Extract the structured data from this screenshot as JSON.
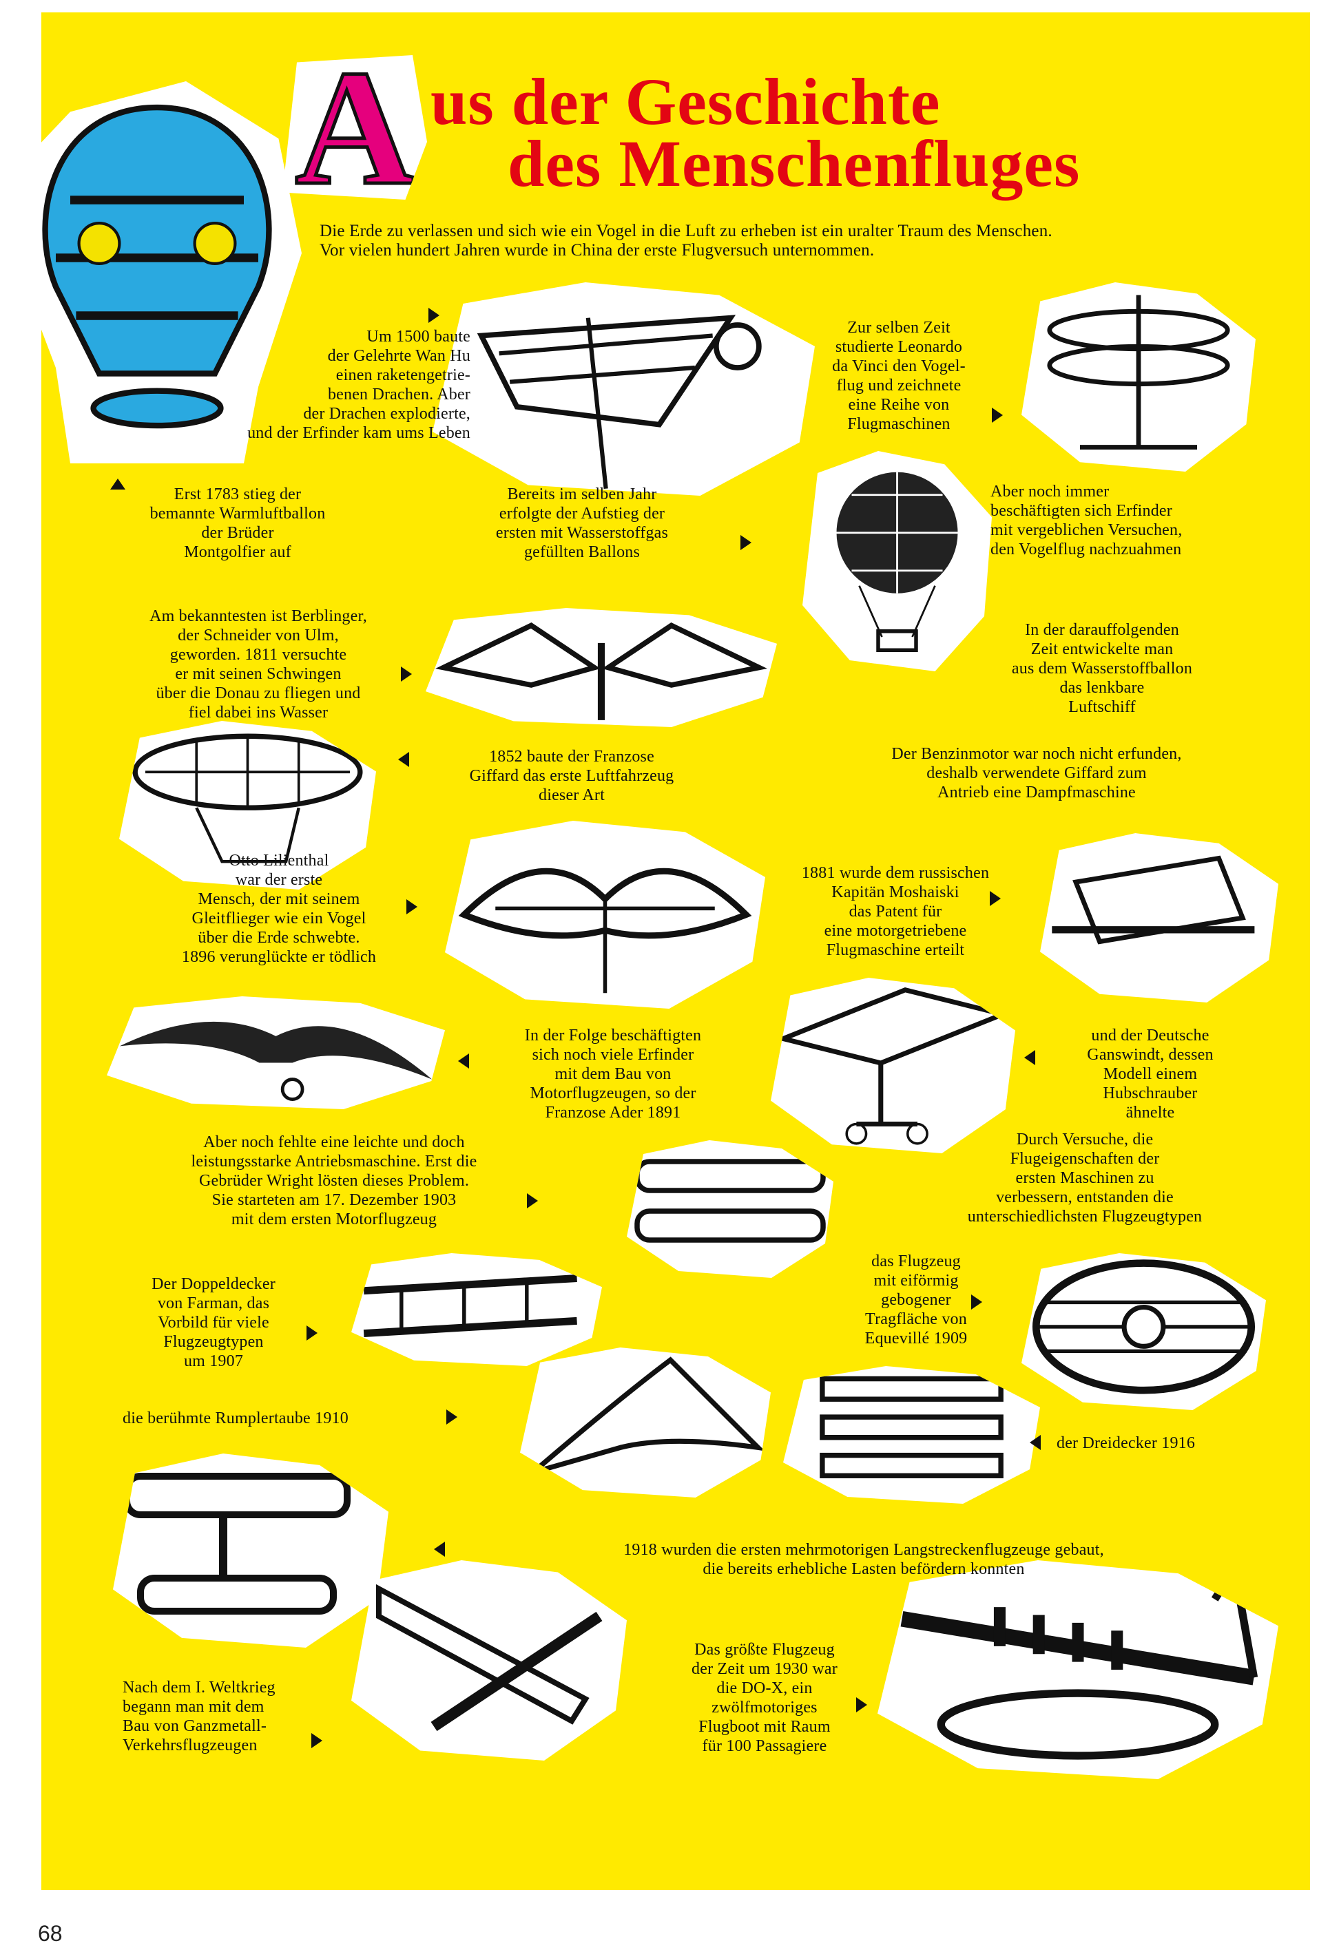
{
  "title": {
    "initial": "A",
    "line1": "us der Geschichte",
    "line2": "des Menschenfluges"
  },
  "colors": {
    "background": "#ffea00",
    "initial": "#e5007d",
    "title": "#e30613"
  },
  "intro": "Die Erde zu verlassen und sich wie ein Vogel in die Luft zu erheben ist ein uralter Traum des Menschen.\nVor vielen hundert Jahren wurde in China der erste Flugversuch unternommen.",
  "captions": {
    "wan_hu": "Um 1500 baute\nder Gelehrte Wan Hu\neinen raketengetrie-\nbenen Drachen. Aber\nder Drachen explodierte,\nund der Erfinder kam ums Leben",
    "leonardo": "Zur selben Zeit\nstudierte Leonardo\nda Vinci den Vogel-\nflug und zeichnete\neine Reihe von\nFlugmaschinen",
    "montgolfier": "Erst 1783 stieg der\nbemannte Warmluftballon\nder Brüder\nMontgolfier auf",
    "wasserstoff": "Bereits im selben Jahr\nerfolgte der Aufstieg der\nersten mit Wasserstoffgas\ngefüllten Ballons",
    "vogelflug": "Aber noch immer\nbeschäftigten sich Erfinder\nmit vergeblichen Versuchen,\nden Vogelflug nachzuahmen",
    "berblinger": "Am bekanntesten ist Berblinger,\nder Schneider von Ulm,\ngeworden. 1811 versuchte\ner mit seinen Schwingen\nüber die Donau zu fliegen und\nfiel dabei ins Wasser",
    "luftschiff": "In der darauffolgenden\nZeit entwickelte man\naus dem Wasserstoffballon\ndas lenkbare\nLuftschiff",
    "giffard": "1852 baute der Franzose\nGiffard das erste Luftfahrzeug\ndieser Art",
    "benzinmotor": "Der Benzinmotor war noch nicht erfunden,\ndeshalb verwendete Giffard zum\nAntrieb eine Dampfmaschine",
    "lilienthal": "Otto Lilienthal\nwar der erste\nMensch, der mit seinem\nGleitflieger wie ein Vogel\nüber die Erde schwebte.\n1896 verunglückte er tödlich",
    "moshaiski": "1881 wurde dem russischen\nKapitän Moshaiski\ndas Patent für\neine motorgetriebene\nFlugmaschine erteilt",
    "ader": "In der Folge beschäftigten\nsich noch viele Erfinder\nmit dem Bau von\nMotorflugzeugen, so der\nFranzose Ader 1891",
    "ganswindt": "und der Deutsche\nGanswindt, dessen\nModell einem\nHubschrauber\nähnelte",
    "wright": "Aber noch fehlte eine leichte und doch\nleistungsstarke Antriebsmaschine. Erst die\nGebrüder Wright lösten dieses Problem.\nSie starteten am 17. Dezember 1903\nmit dem ersten Motorflugzeug",
    "flugzeugtypen": "Durch Versuche, die\nFlugeigenschaften der\nersten Maschinen zu\nverbessern, entstanden die\nunterschiedlichsten Flugzeugtypen",
    "farman": "Der Doppeldecker\nvon Farman, das\nVorbild für viele\nFlugzeugtypen\num 1907",
    "equevilley": "das Flugzeug\nmit eiförmig\ngebogener\nTragfläche von\nEquevillé 1909",
    "rumpler": "die berühmte Rumplertaube 1910",
    "dreidecker": "der Dreidecker 1916",
    "langstrecken": "1918 wurden die ersten mehrmotorigen Langstreckenflugzeuge gebaut,\ndie bereits erhebliche Lasten befördern konnten",
    "ganzmetall": "Nach dem I. Weltkrieg\nbegann man mit dem\nBau von Ganzmetall-\nVerkehrsflugzeugen",
    "dox": "Das größte Flugzeug\nder Zeit um 1930 war\ndie DO-X, ein\nzwölfmotoriges\nFlugboot mit Raum\nfür 100 Passagiere"
  },
  "page_number": "68"
}
